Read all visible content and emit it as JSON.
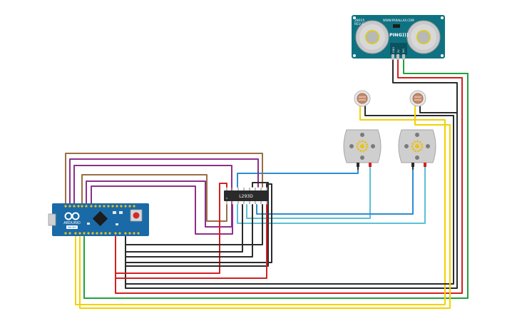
{
  "ping_sensor": {
    "model": "28015",
    "revision": "REV C",
    "website": "WWW.PARALLAX.COM",
    "name": "PING)))",
    "pin_gnd": "GND",
    "pin_5v": "5V",
    "pin_sig": "SIG"
  },
  "motor_driver": {
    "label": "L293D"
  },
  "arduino": {
    "brand": "ARDUINO",
    "model": "MICRO"
  },
  "colors": {
    "board_blue": "#1a6aa8",
    "ping_teal": "#0f7282",
    "wire_black": "#2b2b2b",
    "wire_red": "#d42020",
    "wire_green": "#23a03a",
    "wire_yellow": "#f2d200",
    "wire_brown": "#9a6e44",
    "wire_purple": "#8e2f8a",
    "wire_blue": "#2b8ed0",
    "wire_cyan": "#5bc0d6"
  }
}
